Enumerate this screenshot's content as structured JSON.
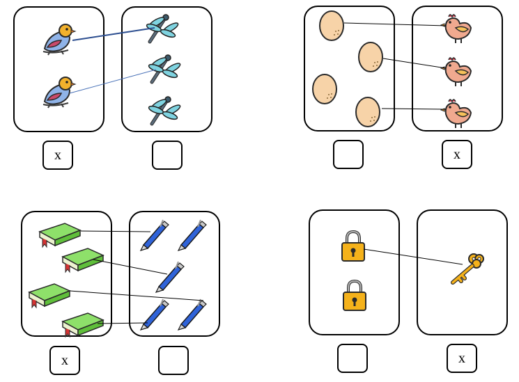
{
  "exercises": [
    {
      "left_item": "bird-icon",
      "right_item": "dragonfly-icon",
      "left_count": 2,
      "right_count": 3,
      "left_mark": "x",
      "right_mark": ""
    },
    {
      "left_item": "egg-icon",
      "right_item": "hen-icon",
      "left_count": 4,
      "right_count": 3,
      "left_mark": "",
      "right_mark": "x"
    },
    {
      "left_item": "book-icon",
      "right_item": "pen-icon",
      "left_count": 4,
      "right_count": 5,
      "left_mark": "x",
      "right_mark": ""
    },
    {
      "left_item": "padlock-icon",
      "right_item": "key-icon",
      "left_count": 2,
      "right_count": 1,
      "left_mark": "",
      "right_mark": "x"
    }
  ],
  "colors": {
    "line": "#000000",
    "bird_line": "#2b4d8f"
  }
}
